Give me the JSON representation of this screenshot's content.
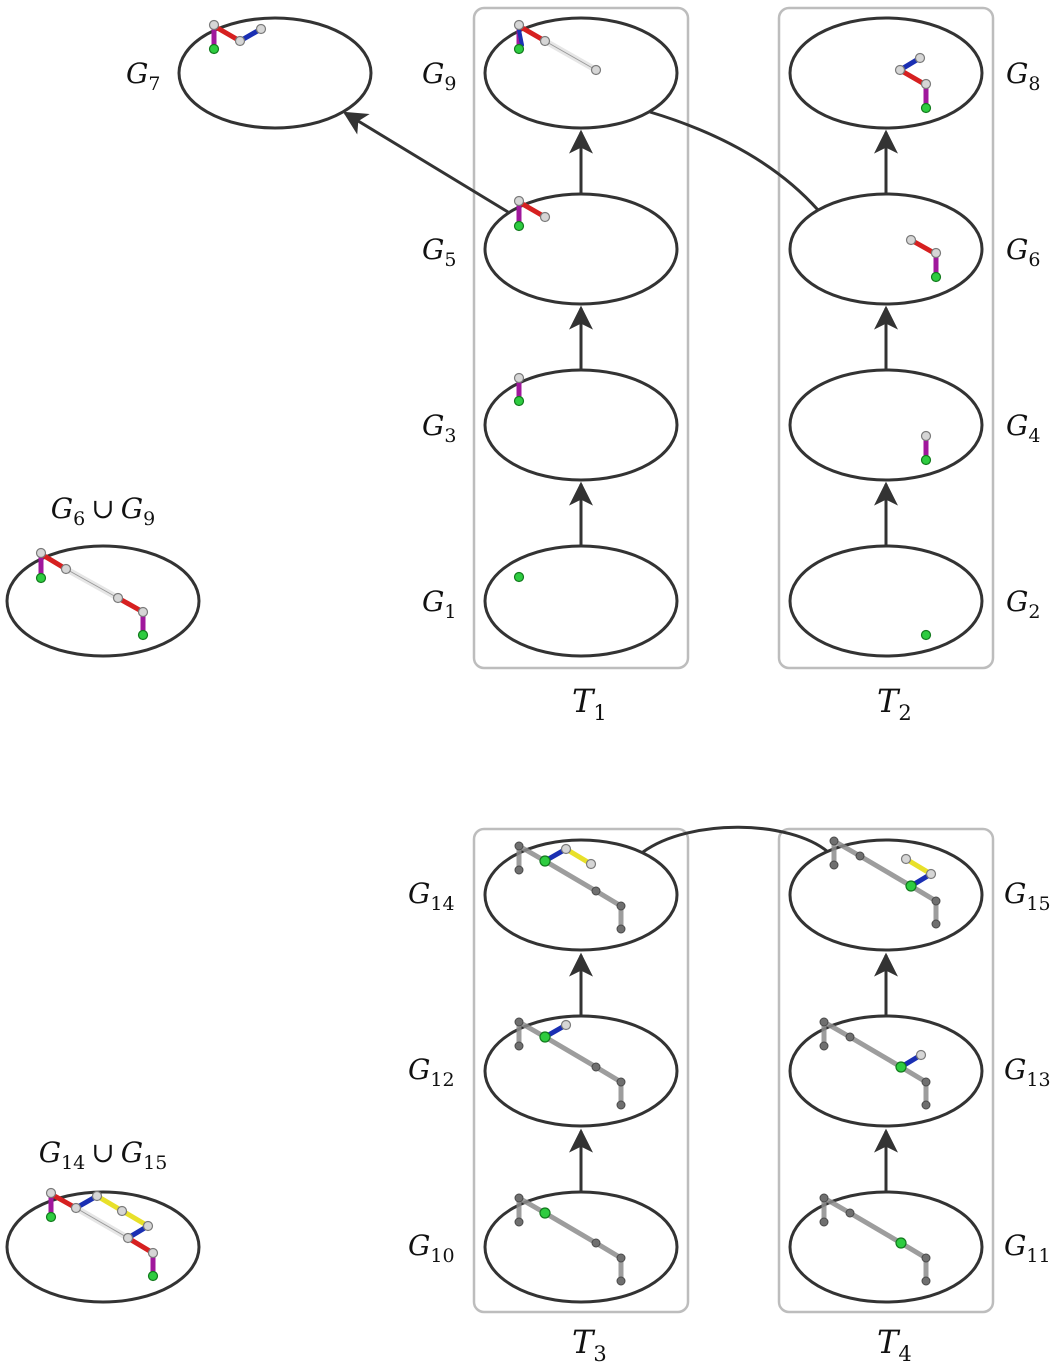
{
  "graph_labels": {
    "G1": {
      "main": "G",
      "sub": "1"
    },
    "G2": {
      "main": "G",
      "sub": "2"
    },
    "G3": {
      "main": "G",
      "sub": "3"
    },
    "G4": {
      "main": "G",
      "sub": "4"
    },
    "G5": {
      "main": "G",
      "sub": "5"
    },
    "G6": {
      "main": "G",
      "sub": "6"
    },
    "G7": {
      "main": "G",
      "sub": "7"
    },
    "G8": {
      "main": "G",
      "sub": "8"
    },
    "G9": {
      "main": "G",
      "sub": "9"
    },
    "G10": {
      "main": "G",
      "sub": "10"
    },
    "G11": {
      "main": "G",
      "sub": "11"
    },
    "G12": {
      "main": "G",
      "sub": "12"
    },
    "G13": {
      "main": "G",
      "sub": "13"
    },
    "G14": {
      "main": "G",
      "sub": "14"
    },
    "G15": {
      "main": "G",
      "sub": "15"
    }
  },
  "union_labels": {
    "top": {
      "a": "G",
      "a_sub": "6",
      "op": "∪",
      "b": "G",
      "b_sub": "9"
    },
    "bottom": {
      "a": "G",
      "a_sub": "14",
      "op": "∪",
      "b": "G",
      "b_sub": "15"
    }
  },
  "tree_labels": {
    "T1": {
      "main": "T",
      "sub": "1"
    },
    "T2": {
      "main": "T",
      "sub": "2"
    },
    "T3": {
      "main": "T",
      "sub": "3"
    },
    "T4": {
      "main": "T",
      "sub": "4"
    }
  },
  "colors": {
    "bond_red": "#d62020",
    "bond_blue": "#1a2fb3",
    "bond_magenta": "#a0179c",
    "bond_white": "#e6e6e6",
    "bond_yellow": "#e8e02a",
    "atom_green": "#2ecc40",
    "atom_silver": "#d6d6d6",
    "atom_gray": "#6f6f6f"
  }
}
